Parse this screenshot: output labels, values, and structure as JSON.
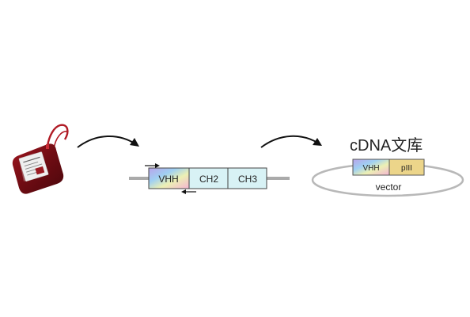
{
  "diagram": {
    "gene_segments": {
      "vhh": "VHH",
      "ch2": "CH2",
      "ch3": "CH3"
    },
    "library": {
      "title": "cDNA文库",
      "vhh": "VHH",
      "piii": "pIII",
      "vector": "vector"
    }
  }
}
